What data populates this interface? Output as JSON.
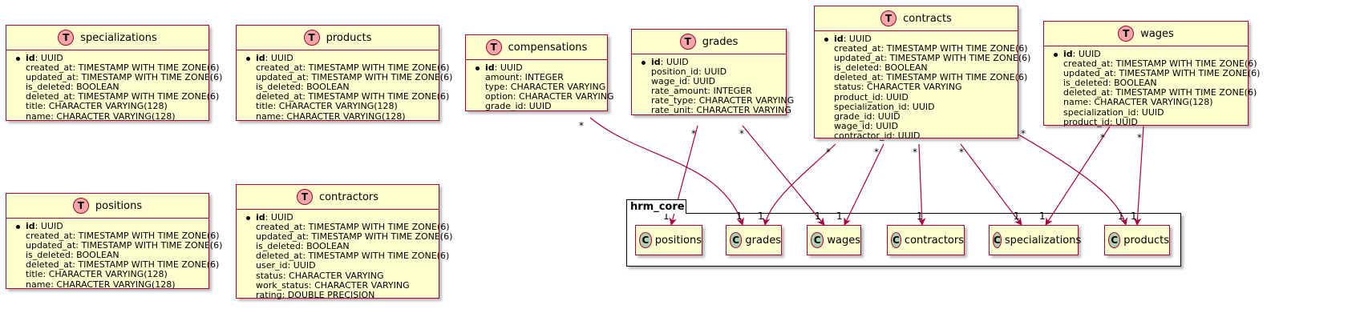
{
  "entities": {
    "specializations": {
      "badge": "T",
      "name": "specializations",
      "fields": [
        {
          "pk": true,
          "name": "id",
          "type": ": UUID"
        },
        {
          "pk": false,
          "name": "created_at",
          "type": ": TIMESTAMP WITH TIME ZONE(6)"
        },
        {
          "pk": false,
          "name": "updated_at",
          "type": ": TIMESTAMP WITH TIME ZONE(6)"
        },
        {
          "pk": false,
          "name": "is_deleted",
          "type": ": BOOLEAN"
        },
        {
          "pk": false,
          "name": "deleted_at",
          "type": ": TIMESTAMP WITH TIME ZONE(6)"
        },
        {
          "pk": false,
          "name": "title",
          "type": ": CHARACTER VARYING(128)"
        },
        {
          "pk": false,
          "name": "name",
          "type": ": CHARACTER VARYING(128)"
        }
      ]
    },
    "products": {
      "badge": "T",
      "name": "products",
      "fields": [
        {
          "pk": true,
          "name": "id",
          "type": ": UUID"
        },
        {
          "pk": false,
          "name": "created_at",
          "type": ": TIMESTAMP WITH TIME ZONE(6)"
        },
        {
          "pk": false,
          "name": "updated_at",
          "type": ": TIMESTAMP WITH TIME ZONE(6)"
        },
        {
          "pk": false,
          "name": "is_deleted",
          "type": ": BOOLEAN"
        },
        {
          "pk": false,
          "name": "deleted_at",
          "type": ": TIMESTAMP WITH TIME ZONE(6)"
        },
        {
          "pk": false,
          "name": "title",
          "type": ": CHARACTER VARYING(128)"
        },
        {
          "pk": false,
          "name": "name",
          "type": ": CHARACTER VARYING(128)"
        }
      ]
    },
    "compensations": {
      "badge": "T",
      "name": "compensations",
      "fields": [
        {
          "pk": true,
          "name": "id",
          "type": ": UUID"
        },
        {
          "pk": false,
          "name": "amount",
          "type": ": INTEGER"
        },
        {
          "pk": false,
          "name": "type",
          "type": ": CHARACTER VARYING"
        },
        {
          "pk": false,
          "name": "option",
          "type": ": CHARACTER VARYING"
        },
        {
          "pk": false,
          "name": "grade_id",
          "type": ": UUID"
        }
      ]
    },
    "grades": {
      "badge": "T",
      "name": "grades",
      "fields": [
        {
          "pk": true,
          "name": "id",
          "type": ": UUID"
        },
        {
          "pk": false,
          "name": "position_id",
          "type": ": UUID"
        },
        {
          "pk": false,
          "name": "wage_id",
          "type": ": UUID"
        },
        {
          "pk": false,
          "name": "rate_amount",
          "type": ": INTEGER"
        },
        {
          "pk": false,
          "name": "rate_type",
          "type": ": CHARACTER VARYING"
        },
        {
          "pk": false,
          "name": "rate_unit",
          "type": ": CHARACTER VARYING"
        }
      ]
    },
    "contracts": {
      "badge": "T",
      "name": "contracts",
      "fields": [
        {
          "pk": true,
          "name": "id",
          "type": ": UUID"
        },
        {
          "pk": false,
          "name": "created_at",
          "type": ": TIMESTAMP WITH TIME ZONE(6)"
        },
        {
          "pk": false,
          "name": "updated_at",
          "type": ": TIMESTAMP WITH TIME ZONE(6)"
        },
        {
          "pk": false,
          "name": "is_deleted",
          "type": ": BOOLEAN"
        },
        {
          "pk": false,
          "name": "deleted_at",
          "type": ": TIMESTAMP WITH TIME ZONE(6)"
        },
        {
          "pk": false,
          "name": "status",
          "type": ": CHARACTER VARYING"
        },
        {
          "pk": false,
          "name": "product_id",
          "type": ": UUID"
        },
        {
          "pk": false,
          "name": "specialization_id",
          "type": ": UUID"
        },
        {
          "pk": false,
          "name": "grade_id",
          "type": ": UUID"
        },
        {
          "pk": false,
          "name": "wage_id",
          "type": ": UUID"
        },
        {
          "pk": false,
          "name": "contractor_id",
          "type": ": UUID"
        }
      ]
    },
    "wages": {
      "badge": "T",
      "name": "wages",
      "fields": [
        {
          "pk": true,
          "name": "id",
          "type": ": UUID"
        },
        {
          "pk": false,
          "name": "created_at",
          "type": ": TIMESTAMP WITH TIME ZONE(6)"
        },
        {
          "pk": false,
          "name": "updated_at",
          "type": ": TIMESTAMP WITH TIME ZONE(6)"
        },
        {
          "pk": false,
          "name": "is_deleted",
          "type": ": BOOLEAN"
        },
        {
          "pk": false,
          "name": "deleted_at",
          "type": ": TIMESTAMP WITH TIME ZONE(6)"
        },
        {
          "pk": false,
          "name": "name",
          "type": ": CHARACTER VARYING(128)"
        },
        {
          "pk": false,
          "name": "specialization_id",
          "type": ": UUID"
        },
        {
          "pk": false,
          "name": "product_id",
          "type": ": UUID"
        }
      ]
    },
    "positions": {
      "badge": "T",
      "name": "positions",
      "fields": [
        {
          "pk": true,
          "name": "id",
          "type": ": UUID"
        },
        {
          "pk": false,
          "name": "created_at",
          "type": ": TIMESTAMP WITH TIME ZONE(6)"
        },
        {
          "pk": false,
          "name": "updated_at",
          "type": ": TIMESTAMP WITH TIME ZONE(6)"
        },
        {
          "pk": false,
          "name": "is_deleted",
          "type": ": BOOLEAN"
        },
        {
          "pk": false,
          "name": "deleted_at",
          "type": ": TIMESTAMP WITH TIME ZONE(6)"
        },
        {
          "pk": false,
          "name": "title",
          "type": ": CHARACTER VARYING(128)"
        },
        {
          "pk": false,
          "name": "name",
          "type": ": CHARACTER VARYING(128)"
        }
      ]
    },
    "contractors": {
      "badge": "T",
      "name": "contractors",
      "fields": [
        {
          "pk": true,
          "name": "id",
          "type": ": UUID"
        },
        {
          "pk": false,
          "name": "created_at",
          "type": ": TIMESTAMP WITH TIME ZONE(6)"
        },
        {
          "pk": false,
          "name": "updated_at",
          "type": ": TIMESTAMP WITH TIME ZONE(6)"
        },
        {
          "pk": false,
          "name": "is_deleted",
          "type": ": BOOLEAN"
        },
        {
          "pk": false,
          "name": "deleted_at",
          "type": ": TIMESTAMP WITH TIME ZONE(6)"
        },
        {
          "pk": false,
          "name": "user_id",
          "type": ": UUID"
        },
        {
          "pk": false,
          "name": "status",
          "type": ": CHARACTER VARYING"
        },
        {
          "pk": false,
          "name": "work_status",
          "type": ": CHARACTER VARYING"
        },
        {
          "pk": false,
          "name": "rating",
          "type": ": DOUBLE PRECISION"
        }
      ]
    }
  },
  "package": {
    "name": "hrm_core",
    "classes": [
      {
        "badge": "C",
        "name": "positions"
      },
      {
        "badge": "C",
        "name": "grades"
      },
      {
        "badge": "C",
        "name": "wages"
      },
      {
        "badge": "C",
        "name": "contractors"
      },
      {
        "badge": "C",
        "name": "specializations"
      },
      {
        "badge": "C",
        "name": "products"
      }
    ]
  },
  "relations": [
    {
      "from": "compensations",
      "to": "grades",
      "from_mult": "*",
      "to_mult": "1"
    },
    {
      "from": "grades",
      "to": "positions",
      "from_mult": "*",
      "to_mult": "1"
    },
    {
      "from": "grades",
      "to": "wages",
      "from_mult": "*",
      "to_mult": "1"
    },
    {
      "from": "contracts",
      "to": "grades",
      "from_mult": "*",
      "to_mult": "1"
    },
    {
      "from": "contracts",
      "to": "wages",
      "from_mult": "*",
      "to_mult": "1"
    },
    {
      "from": "contracts",
      "to": "contractors",
      "from_mult": "*",
      "to_mult": "1"
    },
    {
      "from": "contracts",
      "to": "specializations",
      "from_mult": "*",
      "to_mult": "1"
    },
    {
      "from": "contracts",
      "to": "products",
      "from_mult": "*",
      "to_mult": "1"
    },
    {
      "from": "wages",
      "to": "specializations",
      "from_mult": "*",
      "to_mult": "1"
    },
    {
      "from": "wages",
      "to": "products",
      "from_mult": "*",
      "to_mult": "1"
    }
  ],
  "colors": {
    "border": "#A80036",
    "fill": "#FEFECE",
    "table_badge": "#F5A7A7",
    "class_badge": "#ADD1B2"
  }
}
